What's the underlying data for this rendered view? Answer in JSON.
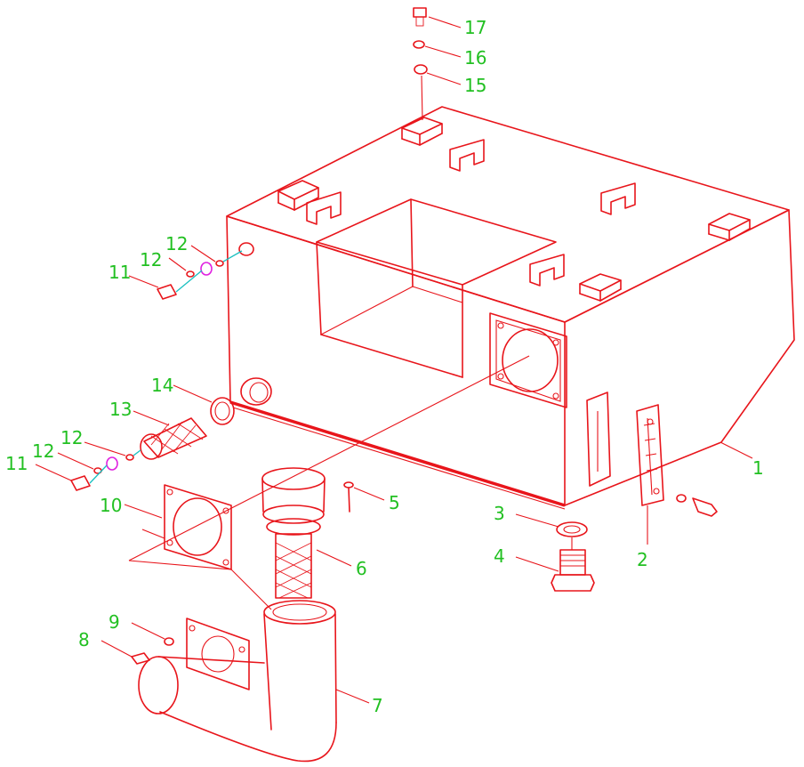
{
  "callouts": [
    {
      "id": "c1",
      "label": "1"
    },
    {
      "id": "c2",
      "label": "2"
    },
    {
      "id": "c3",
      "label": "3"
    },
    {
      "id": "c4",
      "label": "4"
    },
    {
      "id": "c5",
      "label": "5"
    },
    {
      "id": "c6",
      "label": "6"
    },
    {
      "id": "c7",
      "label": "7"
    },
    {
      "id": "c8",
      "label": "8"
    },
    {
      "id": "c9",
      "label": "9"
    },
    {
      "id": "c10",
      "label": "10"
    },
    {
      "id": "c11a",
      "label": "11"
    },
    {
      "id": "c11b",
      "label": "11"
    },
    {
      "id": "c12a",
      "label": "12"
    },
    {
      "id": "c12b",
      "label": "12"
    },
    {
      "id": "c12c",
      "label": "12"
    },
    {
      "id": "c12d",
      "label": "12"
    },
    {
      "id": "c13",
      "label": "13"
    },
    {
      "id": "c14",
      "label": "14"
    },
    {
      "id": "c15",
      "label": "15"
    },
    {
      "id": "c16",
      "label": "16"
    },
    {
      "id": "c17",
      "label": "17"
    }
  ],
  "colors": {
    "line": "#e8151b",
    "label": "#22c022",
    "link": "#19c0c0",
    "highlight": "#e020e0"
  }
}
